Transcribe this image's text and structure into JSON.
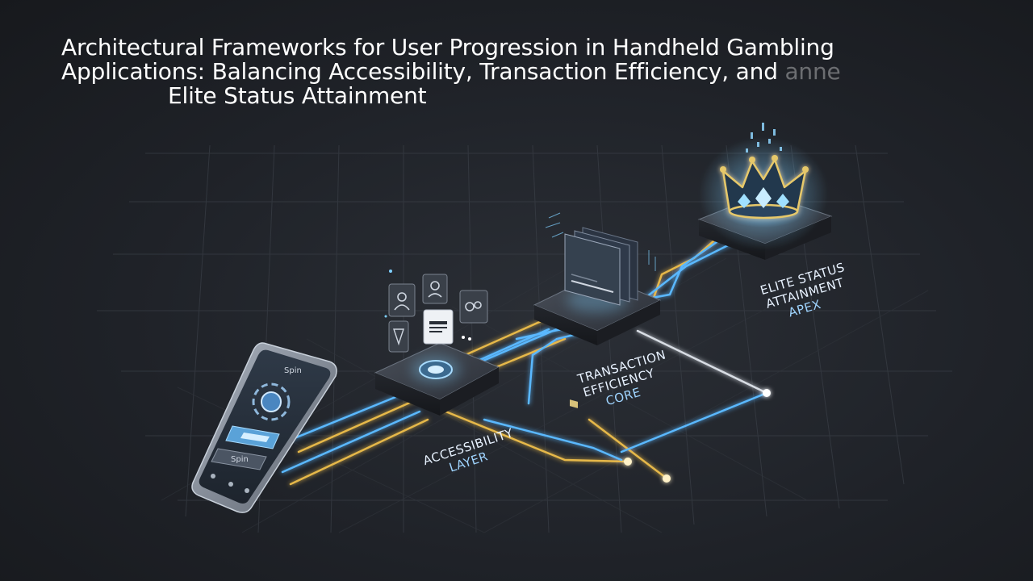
{
  "title": {
    "line1": "Architectural Frameworks for User Progression in Handheld Gambling",
    "line2": "Applications: Balancing Accessibility, Transaction Efficiency, and",
    "line2_ghost": "anne",
    "line3": "Elite Status Attainment"
  },
  "phone": {
    "header": "Spin",
    "button": "Spin"
  },
  "labels": {
    "accessibility": [
      "ACCESSIBILITY",
      "LAYER"
    ],
    "transaction": [
      "TRANSACTION",
      "EFFICIENCY",
      "CORE"
    ],
    "elite": [
      "ELITE STATUS",
      "ATTAINMENT",
      "APEX"
    ]
  },
  "colors": {
    "background": "#1f2228",
    "line_blue": "#5ab8ff",
    "line_gold": "#e6b84a",
    "line_white": "#d8dde4",
    "glow": "#7fd0ff"
  },
  "icons": [
    "user-icon",
    "avatar-icon",
    "card-icon",
    "chat-icon",
    "shield-icon",
    "crown-icon",
    "chip-icon",
    "credit-card-icon"
  ]
}
